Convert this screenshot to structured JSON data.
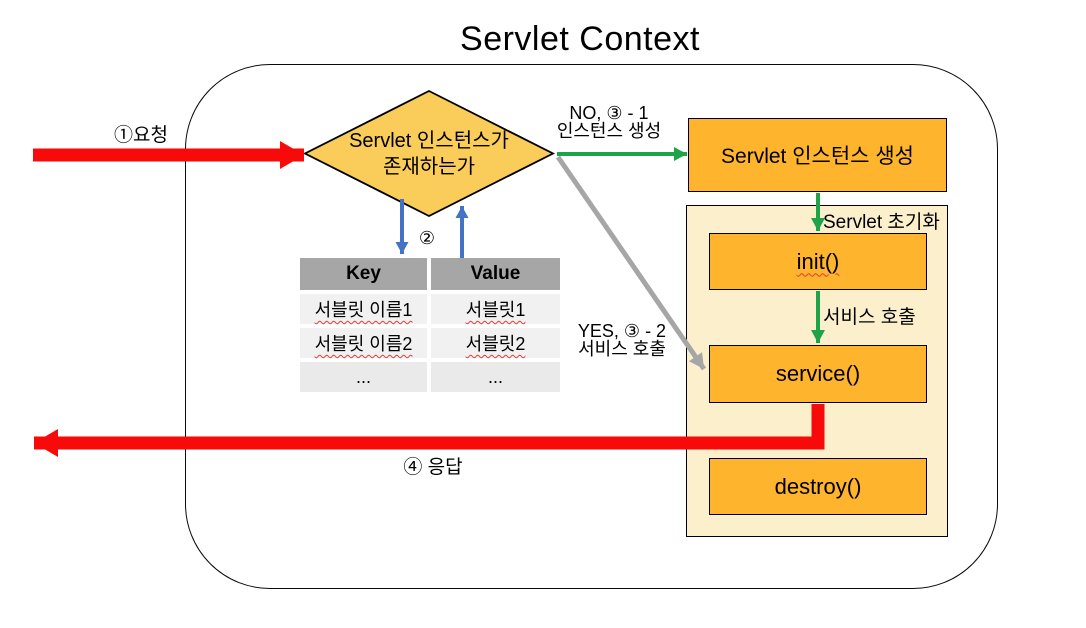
{
  "title": "Servlet Context",
  "colors": {
    "red": "#F80A0A",
    "green": "#1EA348",
    "blue": "#4472C4",
    "gray": "#A6A6A6",
    "diamond": "#FACD5A",
    "box": "#FEB42D",
    "panel": "#FCEFCB",
    "tableHeader": "#A6A6A6",
    "tableRow": "#F1F1F1",
    "tableRowAlt": "#EAEAEA"
  },
  "decision": {
    "line1": "Servlet 인스턴스가",
    "line2": "존재하는가"
  },
  "arrows": {
    "request_label": "①요청",
    "step2_label": "②",
    "no_line1": "NO, ③ - 1",
    "no_line2": "인스턴스 생성",
    "yes_line1": "YES, ③ - 2",
    "yes_line2": "서비스 호출",
    "init_section_label": "Servlet 초기화",
    "service_call_label": "서비스 호출",
    "response_label": "④ 응답"
  },
  "boxes": {
    "create": "Servlet 인스턴스 생성",
    "init": "init()",
    "service": "service()",
    "destroy": "destroy()"
  },
  "table": {
    "headers": [
      "Key",
      "Value"
    ],
    "rows": [
      {
        "key": "서블릿 이름1",
        "value": "서블릿1"
      },
      {
        "key": "서블릿 이름2",
        "value": "서블릿2"
      },
      {
        "key": "...",
        "value": "..."
      }
    ]
  }
}
